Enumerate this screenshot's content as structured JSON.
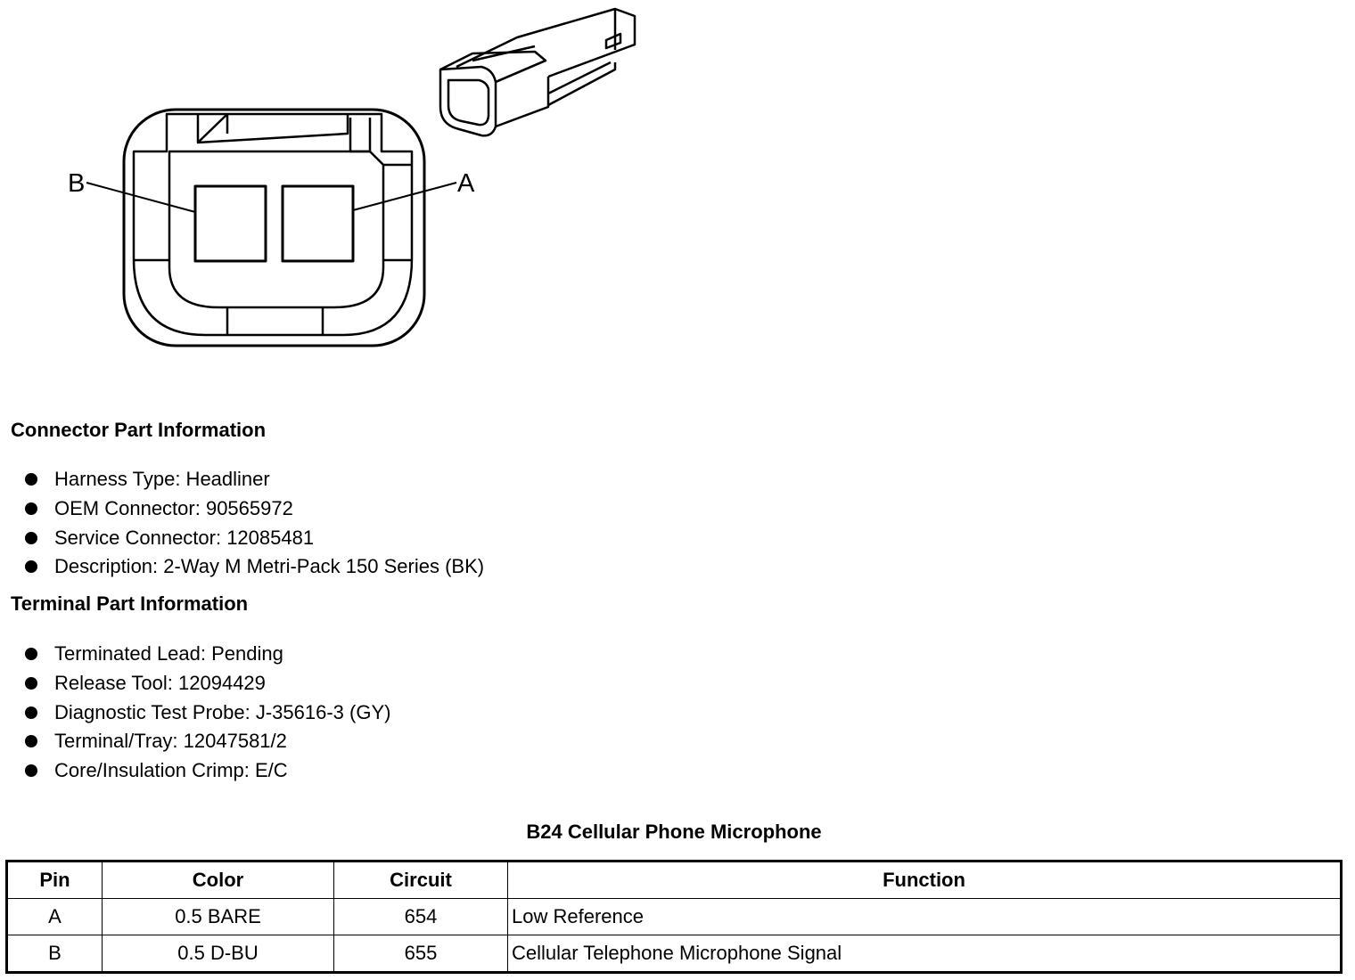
{
  "diagram": {
    "pin_labels": [
      "B",
      "A"
    ]
  },
  "connector_part": {
    "heading": "Connector Part Information",
    "items": [
      "Harness Type: Headliner",
      "OEM Connector: 90565972",
      "Service Connector: 12085481",
      "Description: 2-Way M Metri-Pack 150 Series (BK)"
    ]
  },
  "terminal_part": {
    "heading": "Terminal Part Information",
    "items": [
      "Terminated Lead: Pending",
      "Release Tool: 12094429",
      "Diagnostic Test Probe: J-35616-3 (GY)",
      "Terminal/Tray: 12047581/2",
      "Core/Insulation Crimp: E/C"
    ]
  },
  "pin_table": {
    "title": "B24 Cellular Phone Microphone",
    "headers": [
      "Pin",
      "Color",
      "Circuit",
      "Function"
    ],
    "rows": [
      [
        "A",
        "0.5 BARE",
        "654",
        "Low Reference"
      ],
      [
        "B",
        "0.5 D-BU",
        "655",
        "Cellular Telephone Microphone Signal"
      ]
    ]
  }
}
